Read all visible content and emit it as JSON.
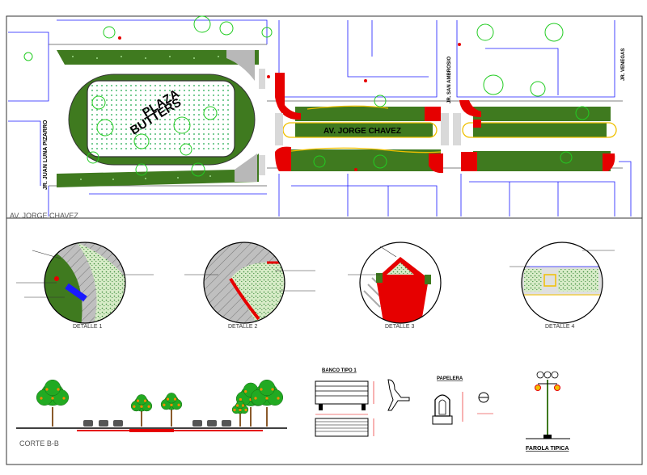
{
  "plan": {
    "plaza_line1": "PLAZA",
    "plaza_line2": "BUTTERS",
    "avenue_label": "AV. JORGE CHAVEZ",
    "street_left": "JR. JUAN LUNA PIZARRO",
    "street_mid": "JR. SAN AMBROSIO",
    "street_right": "JR. VENEGAS"
  },
  "section_title": "AV. JORGE CHAVEZ",
  "details": [
    {
      "label": "DETALLE 1"
    },
    {
      "label": "DETALLE 2"
    },
    {
      "label": "DETALLE 3"
    },
    {
      "label": "DETALLE 4"
    }
  ],
  "corte": {
    "title": "CORTE B-B"
  },
  "banco": {
    "title": "BANCO TIPO 1"
  },
  "papelera": {
    "title": "PAPELERA"
  },
  "farola": {
    "title": "FAROLA TIPICA"
  },
  "colors": {
    "green_area": "#3f7a1f",
    "tree_green": "#22cc22",
    "red": "#e60000",
    "blue_line": "#1a1aff",
    "yellow": "#f0c000",
    "orange": "#ff8a00"
  }
}
